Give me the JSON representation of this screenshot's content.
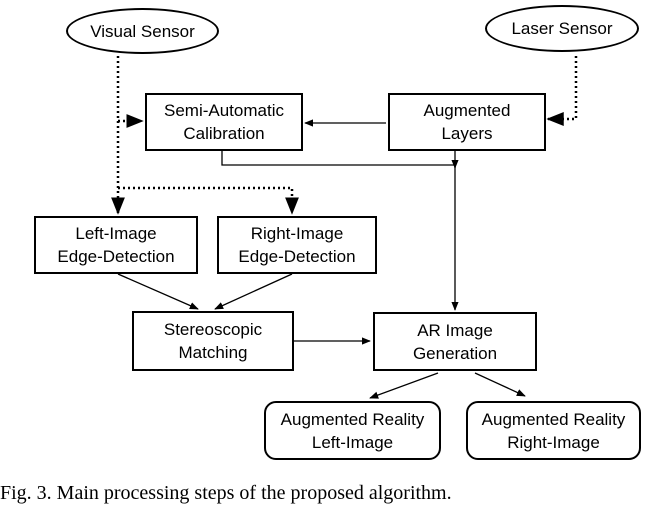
{
  "nodes": {
    "visual_sensor": "Visual Sensor",
    "laser_sensor": "Laser Sensor",
    "semi_auto_calibration": [
      "Semi-Automatic",
      "Calibration"
    ],
    "augmented_layers": [
      "Augmented",
      "Layers"
    ],
    "left_edge_detection": [
      "Left-Image",
      "Edge-Detection"
    ],
    "right_edge_detection": [
      "Right-Image",
      "Edge-Detection"
    ],
    "stereoscopic_matching": [
      "Stereoscopic",
      "Matching"
    ],
    "ar_image_generation": [
      "AR Image",
      "Generation"
    ],
    "ar_left_image": [
      "Augmented Reality",
      "Left-Image"
    ],
    "ar_right_image": [
      "Augmented Reality",
      "Right-Image"
    ]
  },
  "caption": "Fig. 3.   Main processing steps of the proposed algorithm."
}
